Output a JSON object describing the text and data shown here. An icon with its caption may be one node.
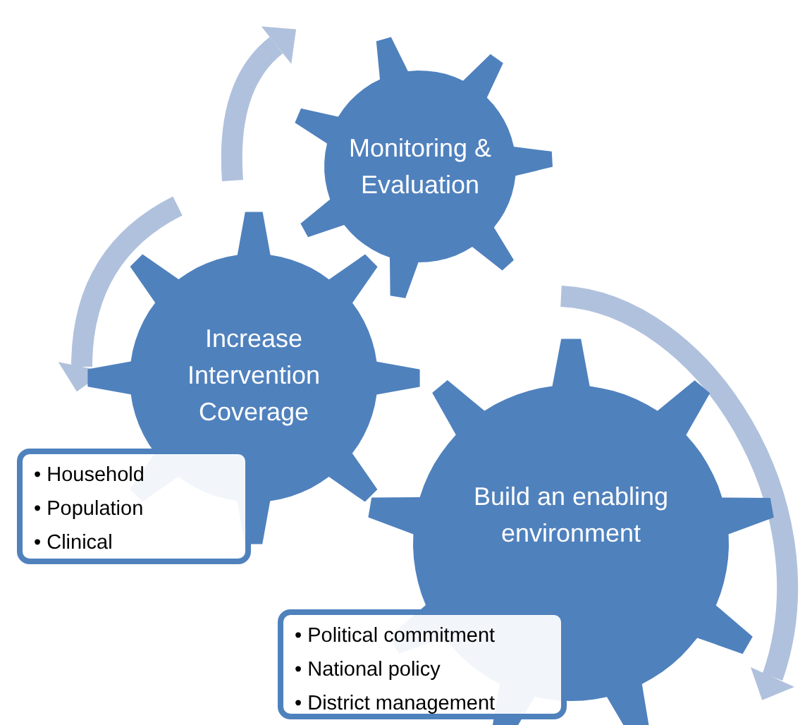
{
  "diagram": {
    "nodes": [
      {
        "text": [
          "Monitoring & Evaluation"
        ]
      },
      {
        "text": [
          "Increase Intervention Coverage"
        ]
      },
      {
        "text": [
          "Build an enabling environment"
        ]
      },
      {
        "text": [
          "• Household",
          "• Population",
          "• Clinical"
        ]
      },
      {
        "text": [
          "• Political commitment",
          "• National policy",
          "• District management"
        ]
      }
    ]
  }
}
